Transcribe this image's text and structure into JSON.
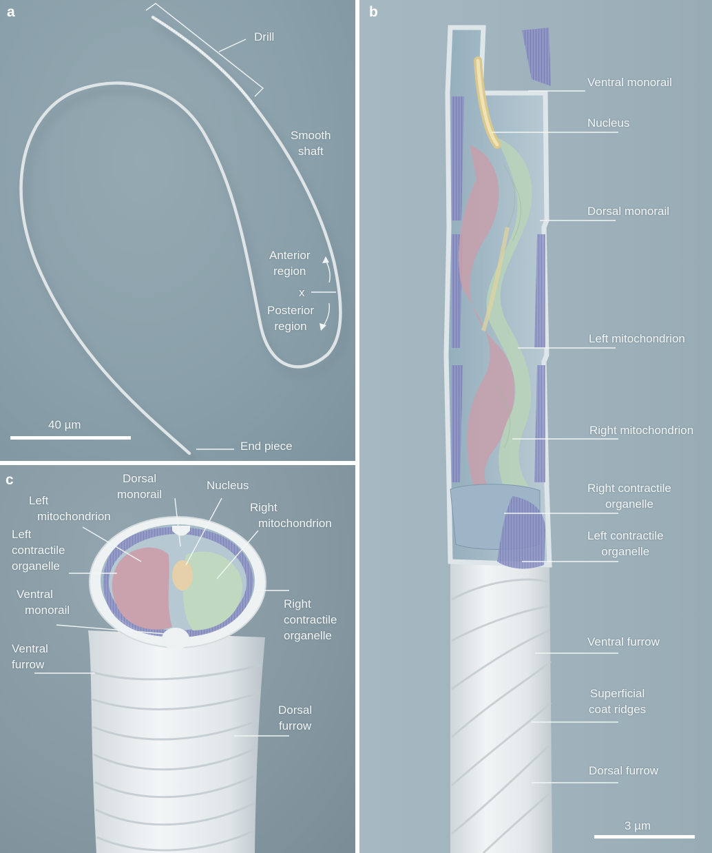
{
  "panels": {
    "a": {
      "letter": "a",
      "labels": {
        "drill": "Drill",
        "smooth_shaft": [
          "Smooth",
          "shaft"
        ],
        "anterior_region": [
          "Anterior",
          "region"
        ],
        "x_marker": "x",
        "posterior_region": [
          "Posterior",
          "region"
        ],
        "end_piece": "End piece",
        "scale": "40 µm"
      }
    },
    "b": {
      "letter": "b",
      "labels": {
        "ventral_monorail": "Ventral monorail",
        "nucleus": "Nucleus",
        "dorsal_monorail": "Dorsal monorail",
        "left_mitochondrion": "Left mitochondrion",
        "right_mitochondrion": "Right mitochondrion",
        "right_contractile_organelle": [
          "Right contractile",
          "organelle"
        ],
        "left_contractile_organelle": [
          "Left contractile",
          "organelle"
        ],
        "ventral_furrow": "Ventral furrow",
        "superficial_coat_ridges": [
          "Superficial",
          "coat ridges"
        ],
        "dorsal_furrow": "Dorsal furrow",
        "scale": "3 µm"
      }
    },
    "c": {
      "letter": "c",
      "labels": {
        "dorsal_monorail": [
          "Dorsal",
          "monorail"
        ],
        "nucleus": "Nucleus",
        "left_mitochondrion": [
          "Left",
          "mitochondrion"
        ],
        "right_mitochondrion": [
          "Right",
          "mitochondrion"
        ],
        "left_contractile_organelle": [
          "Left",
          "contractile",
          "organelle"
        ],
        "right_contractile_organelle": [
          "Right",
          "contractile",
          "organelle"
        ],
        "ventral_monorail": [
          "Ventral",
          "monorail"
        ],
        "ventral_furrow": [
          "Ventral",
          "furrow"
        ],
        "dorsal_furrow": [
          "Dorsal",
          "furrow"
        ]
      }
    }
  },
  "colors": {
    "panel_bg_a": "#8aa0aa",
    "panel_bg_b": "#a6b8c1",
    "panel_bg_c": "#8699a3",
    "nucleus": "#e9d9a6",
    "left_mitochondrion": "#c9a4ae",
    "right_mitochondrion": "#bdd6bd",
    "contractile_organelle": "#8f93c6",
    "coat": "#e8ecee"
  }
}
